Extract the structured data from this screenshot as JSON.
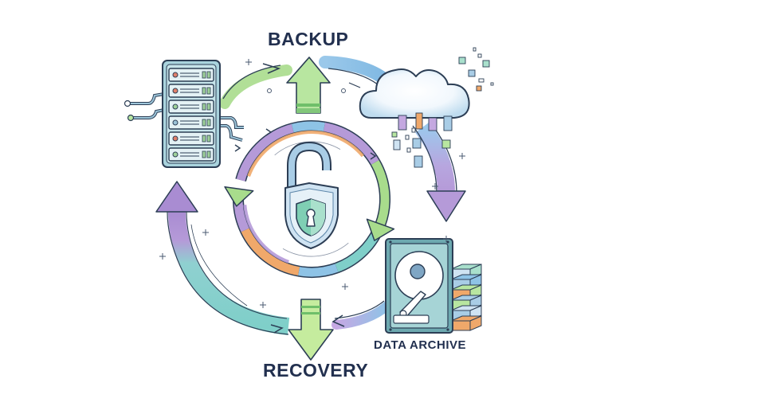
{
  "diagram": {
    "title": "Backup and Recovery Cycle",
    "labels": {
      "backup": "BACKUP",
      "recovery": "RECOVERY",
      "archive": "DATA ARCHIVE"
    },
    "nodes": [
      {
        "id": "server",
        "icon": "server-rack-icon"
      },
      {
        "id": "cloud",
        "icon": "cloud-icon"
      },
      {
        "id": "archive",
        "icon": "hard-drive-icon"
      },
      {
        "id": "lock",
        "icon": "unlocked-padlock-shield-icon"
      }
    ],
    "flows": [
      {
        "from": "server",
        "to": "cloud",
        "label_ref": "backup"
      },
      {
        "from": "cloud",
        "to": "archive"
      },
      {
        "from": "archive",
        "to": "recovery"
      },
      {
        "from": "recovery",
        "to": "server"
      }
    ],
    "colors": {
      "text": "#22304f",
      "outline": "#2c3e55",
      "green": "#a8dc8c",
      "blue": "#8ec3e6",
      "purple": "#b59ad8",
      "teal": "#7fcfc9",
      "orange": "#f0a86a",
      "slate": "#9fc6cf"
    }
  }
}
